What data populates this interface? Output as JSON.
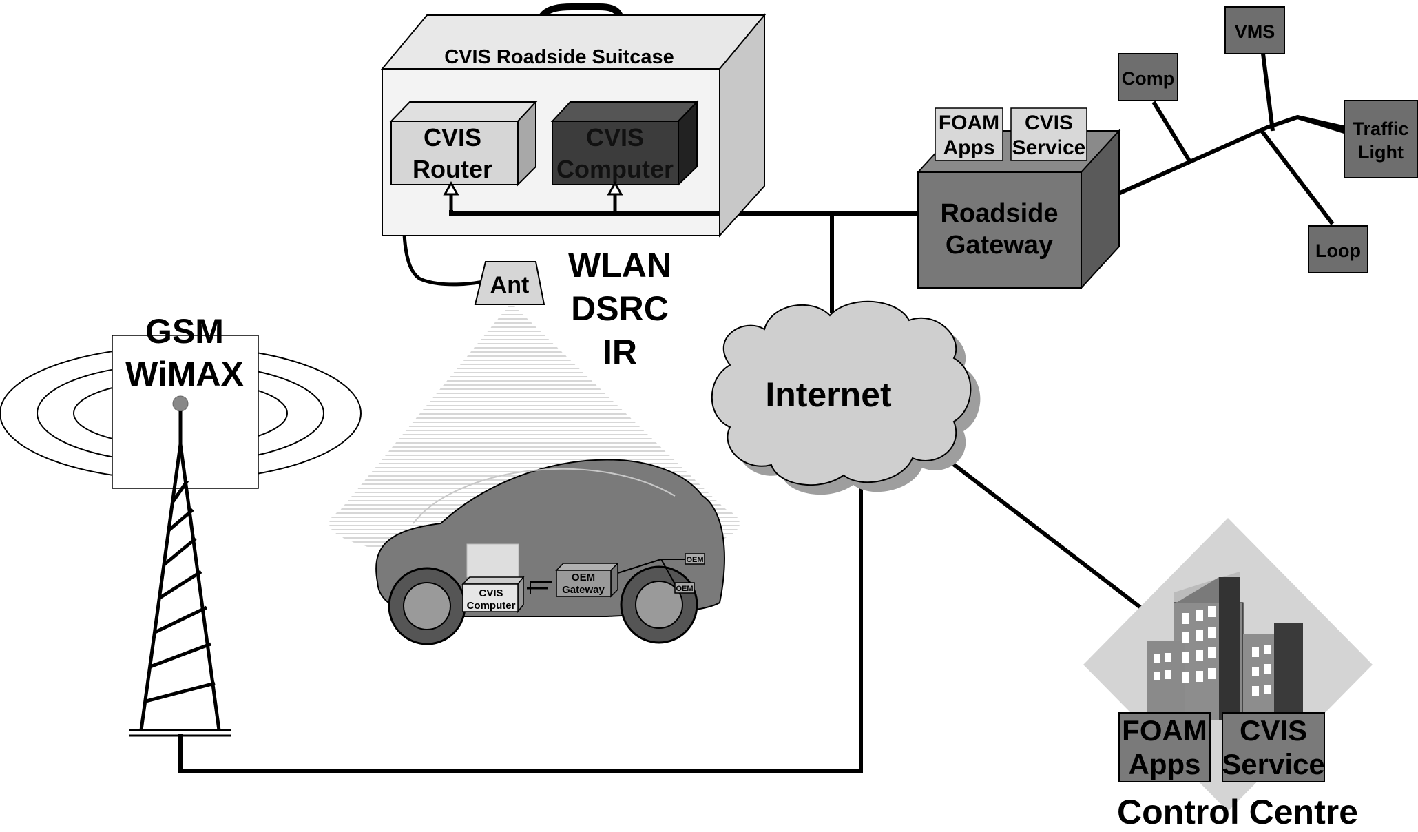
{
  "suitcase": {
    "title": "CVIS Roadside Suitcase"
  },
  "router": {
    "line1": "CVIS",
    "line2": "Router"
  },
  "computer": {
    "line1": "CVIS",
    "line2": "Computer"
  },
  "antenna": {
    "label": "Ant"
  },
  "wireless_roadside": {
    "line1": "WLAN",
    "line2": "DSRC",
    "line3": "IR"
  },
  "gateway": {
    "line1": "Roadside",
    "line2": "Gateway"
  },
  "gateway_apps": {
    "foam_line1": "FOAM",
    "foam_line2": "Apps",
    "service_line1": "CVIS",
    "service_line2": "Service"
  },
  "field_devices": {
    "comp": "Comp",
    "vms": "VMS",
    "traffic_line1": "Traffic",
    "traffic_line2": "Light",
    "loop": "Loop"
  },
  "internet": {
    "label": "Internet"
  },
  "wide_area": {
    "line1": "GSM",
    "line2": "WiMAX"
  },
  "vehicle": {
    "computer_line1": "CVIS",
    "computer_line2": "Computer",
    "oem_gw_line1": "OEM",
    "oem_gw_line2": "Gateway",
    "oem_a": "OEM",
    "oem_b": "OEM"
  },
  "control_centre": {
    "label": "Control Centre",
    "foam_line1": "FOAM",
    "foam_line2": "Apps",
    "service_line1": "CVIS",
    "service_line2": "Service"
  }
}
